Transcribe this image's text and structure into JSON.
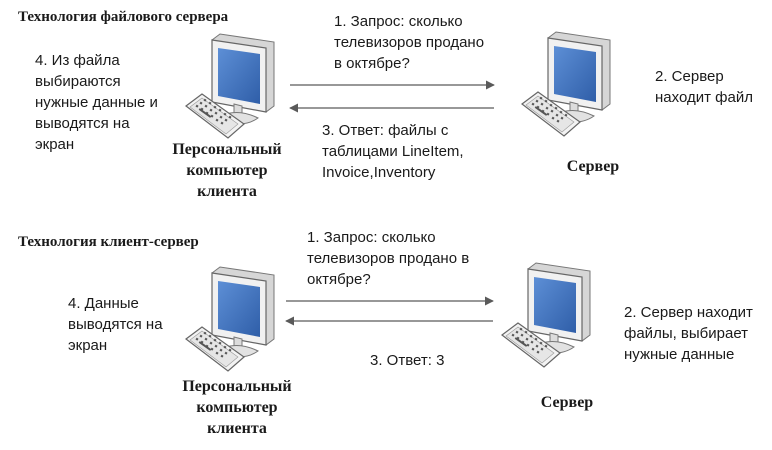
{
  "file_server": {
    "title": "Технология файлового сервера",
    "client_note": "4. Из файла\nвыбираются\nнужные данные и\nвыводятся на\nэкран",
    "client_caption": "Персональный\nкомпьютер\nклиента",
    "request": "1. Запрос: сколько\nтелевизоров продано\nв октябре?",
    "response": "3. Ответ: файлы с\nтаблицами LineItem,\nInvoice,Inventory",
    "server_note": "2. Сервер\nнаходит файл",
    "server_caption": "Сервер"
  },
  "client_server": {
    "title": "Технология клиент-сервер",
    "client_note": "4. Данные\nвыводятся на\nэкран",
    "client_caption": "Персональный\nкомпьютер\nклиента",
    "request": "1. Запрос: сколько\nтелевизоров продано в\nоктябре?",
    "response": "3. Ответ: 3",
    "server_note": "2. Сервер находит\nфайлы, выбирает\nнужные данные",
    "server_caption": "Сервер"
  },
  "icons": {
    "computer": "desktop-computer-icon",
    "arrow_right": "arrow-right-icon",
    "arrow_left": "arrow-left-icon"
  },
  "colors": {
    "monitor_frame": "#ececec",
    "screen": "#3f6fb6",
    "arrow": "#5a5a5a",
    "outline": "#666666"
  }
}
